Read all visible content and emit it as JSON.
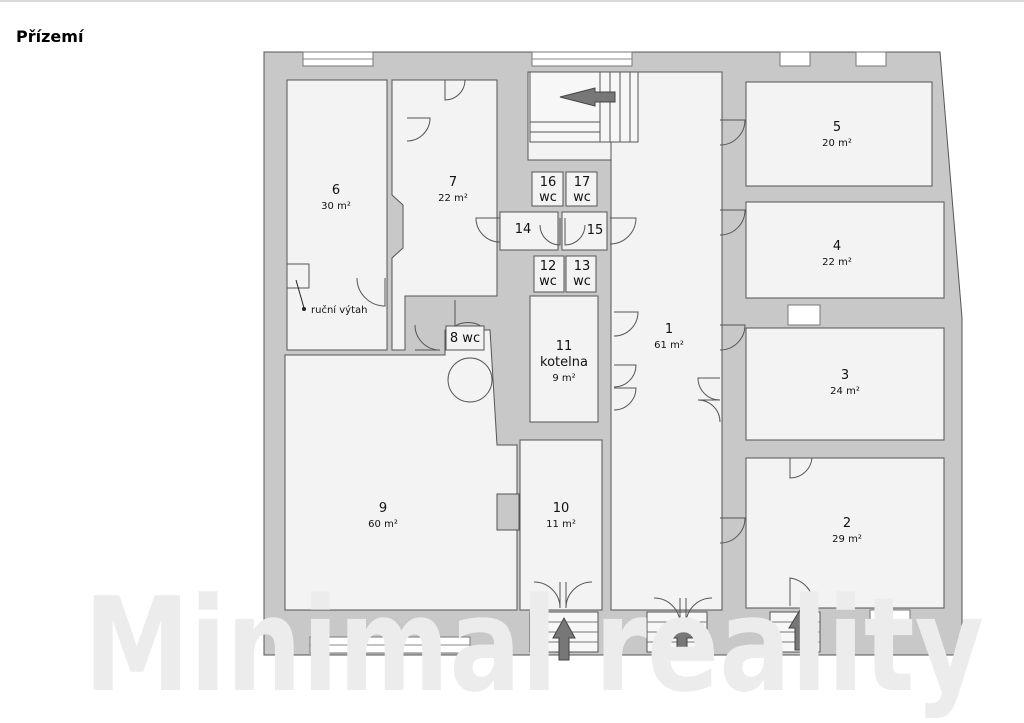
{
  "page": {
    "heading": "Přízemí"
  },
  "rooms": [
    {
      "id": "r1",
      "number": "1",
      "area": "61 m²"
    },
    {
      "id": "r2",
      "number": "2",
      "area": "29 m²"
    },
    {
      "id": "r3",
      "number": "3",
      "area": "24 m²"
    },
    {
      "id": "r4",
      "number": "4",
      "area": "22 m²"
    },
    {
      "id": "r5",
      "number": "5",
      "area": "20 m²"
    },
    {
      "id": "r6",
      "number": "6",
      "area": "30 m²"
    },
    {
      "id": "r7",
      "number": "7",
      "area": "22 m²"
    },
    {
      "id": "r8",
      "number": "8 wc"
    },
    {
      "id": "r9",
      "number": "9",
      "area": "60 m²"
    },
    {
      "id": "r10",
      "number": "10",
      "area": "11 m²"
    },
    {
      "id": "r11",
      "number": "11",
      "name": "kotelna",
      "area": "9 m²"
    },
    {
      "id": "r12",
      "number": "12",
      "name": "wc"
    },
    {
      "id": "r13",
      "number": "13",
      "name": "wc"
    },
    {
      "id": "r14",
      "number": "14"
    },
    {
      "id": "r15",
      "number": "15"
    },
    {
      "id": "r16",
      "number": "16",
      "name": "wc"
    },
    {
      "id": "r17",
      "number": "17",
      "name": "wc"
    }
  ],
  "annotations": {
    "lift_label": "ruční výtah"
  },
  "watermark": "Minimal reality",
  "colors": {
    "wall": "#c8c8c8",
    "wall_stroke": "#555555",
    "floor": "#f3f3f3",
    "arrow": "#777777"
  }
}
